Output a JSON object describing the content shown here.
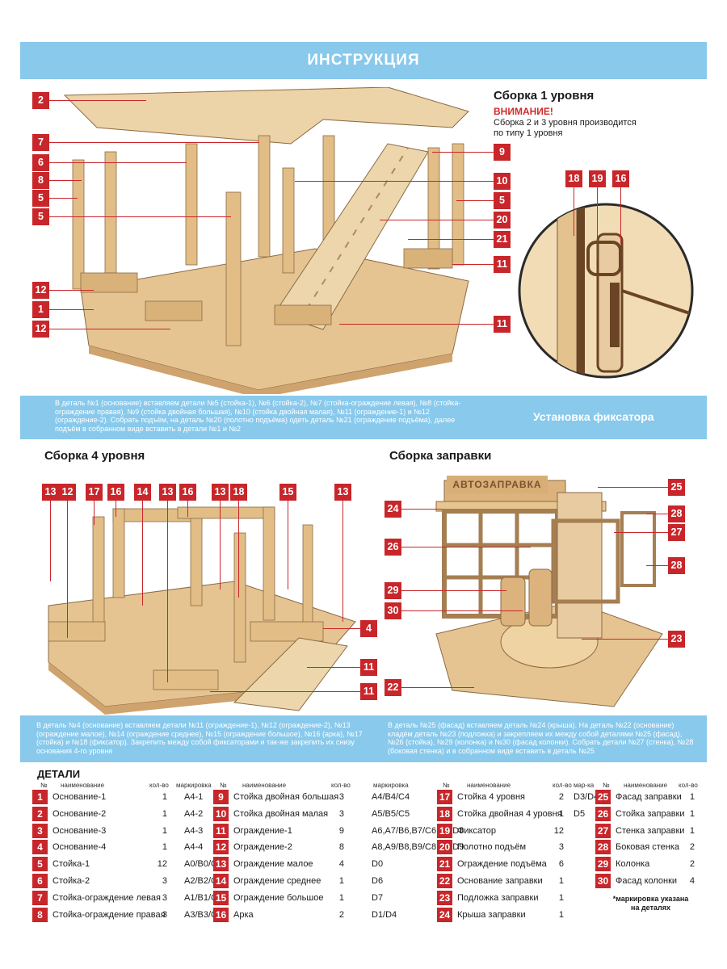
{
  "header": {
    "title": "ИНСТРУКЦИЯ"
  },
  "level1": {
    "title": "Сборка 1 уровня",
    "warning": "ВНИМАНИЕ!",
    "note_line1": "Сборка 2 и 3 уровня производится",
    "note_line2": "по типу 1 уровня",
    "callouts_left": [
      "2",
      "7",
      "6",
      "8",
      "5",
      "5",
      "12",
      "1",
      "12"
    ],
    "callouts_right": [
      "9",
      "10",
      "5",
      "20",
      "21",
      "11",
      "11"
    ],
    "detail_callouts": [
      "18",
      "19",
      "16"
    ]
  },
  "band1": {
    "text": "В деталь №1 (основание) вставляем детали №5 (стойка-1), №6 (стойка-2), №7 (стойка-ограждение левая), №8 (стойка-ограждение правая), №9 (стойка двойная большая), №10 (стойка двойная малая), №11 (ограждение-1) и №12 (ограждение-2). Собрать подъём, на деталь №20 (полотно подъёма) одеть деталь №21 (ограждение подъёма), далее подъём в собранном виде вставить в детали №1 и №2",
    "right_title": "Установка фиксатора"
  },
  "level4": {
    "title": "Сборка 4 уровня",
    "callouts_top": [
      "13",
      "12",
      "17",
      "16",
      "14",
      "13",
      "16",
      "13",
      "18",
      "15",
      "13"
    ],
    "callouts_right": [
      "4",
      "11",
      "11"
    ]
  },
  "station": {
    "title": "Сборка заправки",
    "sign": "АВТОЗАПРАВКА",
    "callouts_left": [
      "24",
      "26",
      "29",
      "30",
      "22"
    ],
    "callouts_right": [
      "25",
      "28",
      "27",
      "28",
      "23"
    ]
  },
  "band2": {
    "left_text": "В деталь №4 (основание) вставляем детали №11 (ограждение-1), №12 (ограждение-2), №13 (ограждение малое), №14 (ограждение среднее), №15 (ограждение большое), №16 (арка), №17 (стойка) и №18 (фиксатор). Закрепить между собой фиксаторами и так-же закрепить их снизу основания 4-го уровня",
    "right_text": "В деталь №25 (фасад) вставляем деталь №24 (крыша). На деталь №22 (основание) кладём деталь №23 (подложка) и закрепляем их между собой деталями №25 (фасад), №26 (стойка), №29 (колонка) и №30 (фасад колонки). Собрать детали №27 (стенка), №28 (боковая стенка) и в собранном виде вставить в деталь №25"
  },
  "details": {
    "title": "ДЕТАЛИ",
    "headers": {
      "n": "№",
      "name": "наименование",
      "qty": "кол-во",
      "mark": "маркировка",
      "qty_mark": "кол-во мар-ка"
    },
    "col1": [
      {
        "n": "1",
        "name": "Основание-1",
        "qty": "1",
        "mark": "А4-1"
      },
      {
        "n": "2",
        "name": "Основание-2",
        "qty": "1",
        "mark": "А4-2"
      },
      {
        "n": "3",
        "name": "Основание-3",
        "qty": "1",
        "mark": "А4-3"
      },
      {
        "n": "4",
        "name": "Основание-4",
        "qty": "1",
        "mark": "А4-4"
      },
      {
        "n": "5",
        "name": "Стойка-1",
        "qty": "12",
        "mark": "А0/В0/С0"
      },
      {
        "n": "6",
        "name": "Стойка-2",
        "qty": "3",
        "mark": "А2/В2/С2"
      },
      {
        "n": "7",
        "name": "Стойка-ограждение левая",
        "qty": "3",
        "mark": "А1/В1/С1"
      },
      {
        "n": "8",
        "name": "Стойка-ограждение правая",
        "qty": "3",
        "mark": "А3/В3/С3"
      }
    ],
    "col2": [
      {
        "n": "9",
        "name": "Стойка двойная большая",
        "qty": "3",
        "mark": "А4/В4/С4"
      },
      {
        "n": "10",
        "name": "Стойка двойная малая",
        "qty": "3",
        "mark": "А5/В5/С5"
      },
      {
        "n": "11",
        "name": "Ограждение-1",
        "qty": "9",
        "mark": "А6,А7/В6,В7/С6,С7/D8"
      },
      {
        "n": "12",
        "name": "Ограждение-2",
        "qty": "8",
        "mark": "А8,А9/В8,В9/С8,С9/D9"
      },
      {
        "n": "13",
        "name": "Ограждение малое",
        "qty": "4",
        "mark": "D0"
      },
      {
        "n": "14",
        "name": "Ограждение среднее",
        "qty": "1",
        "mark": "D6"
      },
      {
        "n": "15",
        "name": "Ограждение большое",
        "qty": "1",
        "mark": "D7"
      },
      {
        "n": "16",
        "name": "Арка",
        "qty": "2",
        "mark": "D1/D4"
      }
    ],
    "col3": [
      {
        "n": "17",
        "name": "Стойка 4 уровня",
        "qty": "2",
        "mark": "D3/D4"
      },
      {
        "n": "18",
        "name": "Стойка двойная 4 уровня",
        "qty": "1",
        "mark": "D5"
      },
      {
        "n": "19",
        "name": "Фиксатор",
        "qty": "12",
        "mark": ""
      },
      {
        "n": "20",
        "name": "Полотно подъём",
        "qty": "3",
        "mark": ""
      },
      {
        "n": "21",
        "name": "Ограждение подъёма",
        "qty": "6",
        "mark": ""
      },
      {
        "n": "22",
        "name": "Основание заправки",
        "qty": "1",
        "mark": ""
      },
      {
        "n": "23",
        "name": "Подложка заправки",
        "qty": "1",
        "mark": ""
      },
      {
        "n": "24",
        "name": "Крыша заправки",
        "qty": "1",
        "mark": ""
      }
    ],
    "col4": [
      {
        "n": "25",
        "name": "Фасад заправки",
        "qty": "1"
      },
      {
        "n": "26",
        "name": "Стойка заправки",
        "qty": "1"
      },
      {
        "n": "27",
        "name": "Стенка заправки",
        "qty": "1"
      },
      {
        "n": "28",
        "name": "Боковая стенка",
        "qty": "2"
      },
      {
        "n": "29",
        "name": "Колонка",
        "qty": "2"
      },
      {
        "n": "30",
        "name": "Фасад колонки",
        "qty": "4"
      }
    ],
    "footnote_line1": "*маркировка указана",
    "footnote_line2": "на деталях"
  },
  "colors": {
    "accent_blue": "#88c9ec",
    "callout_red": "#c8262a",
    "wood": "#e8c89a"
  }
}
